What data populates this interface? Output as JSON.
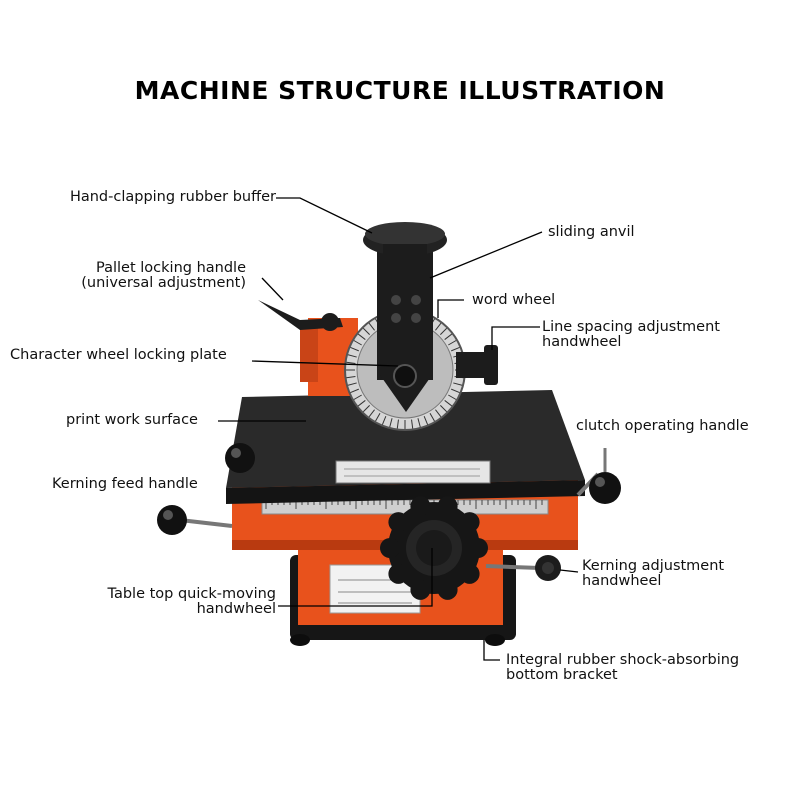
{
  "title": "MACHINE STRUCTURE ILLUSTRATION",
  "labels": {
    "rubber_buffer": "Hand-clapping rubber buffer",
    "sliding_anvil": "sliding anvil",
    "pallet_locking_1": "Pallet locking handle",
    "pallet_locking_2": "(universal adjustment)",
    "word_wheel": "word wheel",
    "line_spacing_1": "Line spacing adjustment",
    "line_spacing_2": "handwheel",
    "char_wheel_plate": "Character wheel locking plate",
    "print_surface": "print work surface",
    "clutch_handle": "clutch operating handle",
    "kerning_feed": "Kerning feed handle",
    "kerning_adjust_1": "Kerning adjustment",
    "kerning_adjust_2": "handwheel",
    "table_handwheel_1": "Table top quick-moving",
    "table_handwheel_2": "handwheel",
    "bottom_bracket_1": "Integral rubber shock-absorbing",
    "bottom_bracket_2": "bottom bracket"
  },
  "colors": {
    "machine_orange": "#e8521c",
    "machine_orange_dark": "#b93a10",
    "table_black": "#2a2a2a",
    "metal_black": "#1c1c1c",
    "scale_silver": "#cfcfcf",
    "leader_line": "#000000"
  }
}
